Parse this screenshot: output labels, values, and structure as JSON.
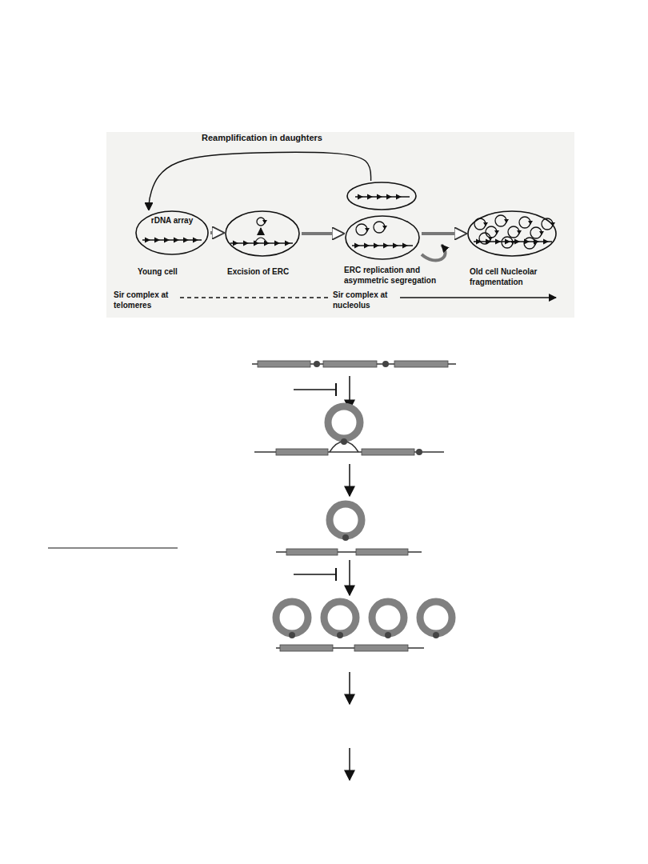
{
  "diagram": {
    "nodes": [
      {
        "text": [
          "rDNA array",
          "Young cell"
        ]
      },
      {
        "text": [
          "Excision of ERC"
        ]
      },
      {
        "text": [
          "ERC replication and asymmetric segregation"
        ]
      },
      {
        "text": [
          "Old cell Nucleolar fragmentation"
        ]
      }
    ],
    "edges": [
      {
        "from": 0,
        "to": 1,
        "arrow": "to"
      },
      {
        "from": 1,
        "to": 2,
        "arrow": "to"
      },
      {
        "from": 2,
        "to": 3,
        "arrow": "to"
      },
      {
        "from": 2,
        "to": 0,
        "label": "Reamplification in daughters",
        "arrow": "to"
      }
    ],
    "labels": [
      "Sir complex at telomeres",
      "Sir complex at nucleolus"
    ]
  }
}
